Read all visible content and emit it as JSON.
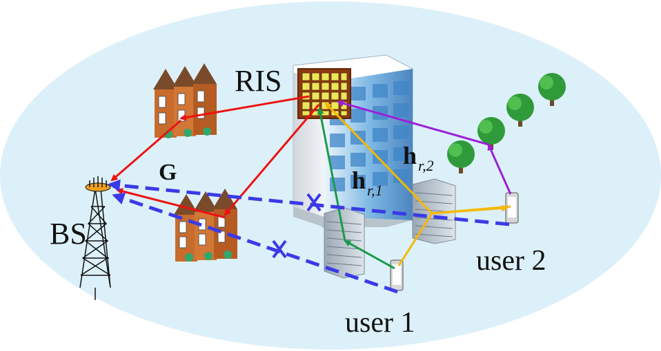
{
  "labels": {
    "ris": "RIS",
    "bs": "BS",
    "user1": "user 1",
    "user2": "user 2",
    "g": "G",
    "h1": {
      "main": "h",
      "sub": "r,1"
    },
    "h2": {
      "main": "h",
      "sub": "r,2"
    }
  },
  "colors": {
    "background_ellipse": "#dcf0f9",
    "bs_to_ris_link": "#ee1111",
    "user1_to_ris_link": "#1a9a4a",
    "user2_to_ris_link": "#9b1fd8",
    "user_to_ris_yellow": "#f5b800",
    "blocked_direct_link": "#3a3ae8",
    "ris_frame": "#8b3a0f",
    "ris_element": "#e8e85a"
  },
  "icons": [
    "tower-icon",
    "building-icon",
    "house-icon",
    "tree-icon",
    "phone-icon",
    "blocker-icon",
    "ris-panel-icon"
  ]
}
